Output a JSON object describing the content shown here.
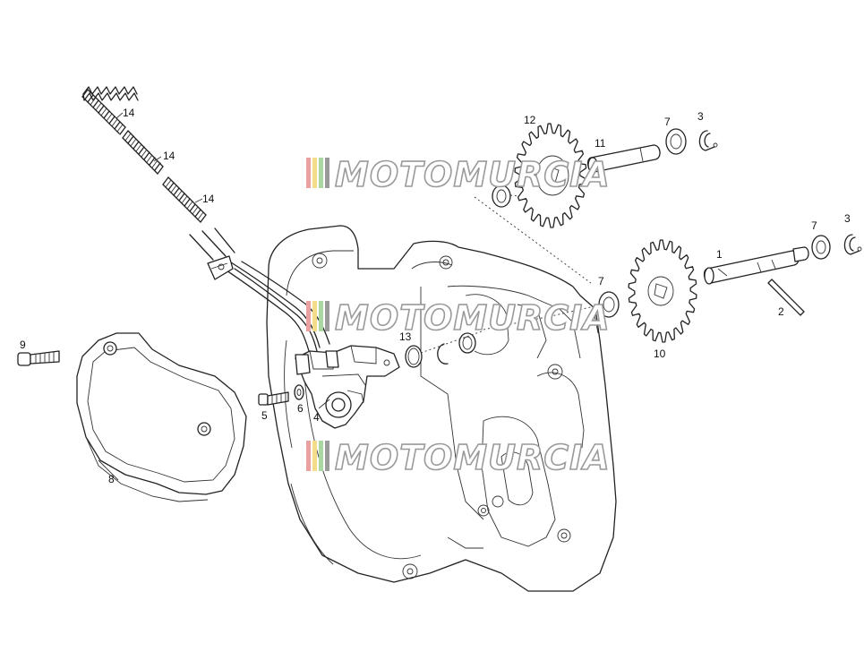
{
  "watermark": {
    "text": "MOTOMURCIA",
    "stripe_colors": [
      "#e8a0a0",
      "#f3dc8a",
      "#a8d8a0",
      "#9a9a9a"
    ]
  },
  "callouts": [
    {
      "id": "1",
      "part": "shaft"
    },
    {
      "id": "2",
      "part": "pin"
    },
    {
      "id": "3",
      "part": "circlip"
    },
    {
      "id": "3",
      "part": "circlip"
    },
    {
      "id": "4",
      "part": "oil-pump"
    },
    {
      "id": "5",
      "part": "screw"
    },
    {
      "id": "6",
      "part": "washer"
    },
    {
      "id": "7",
      "part": "washer"
    },
    {
      "id": "7",
      "part": "washer"
    },
    {
      "id": "7",
      "part": "washer"
    },
    {
      "id": "8",
      "part": "pump-cover"
    },
    {
      "id": "9",
      "part": "screw"
    },
    {
      "id": "10",
      "part": "gear"
    },
    {
      "id": "11",
      "part": "pin"
    },
    {
      "id": "12",
      "part": "gear"
    },
    {
      "id": "13",
      "part": "o-ring"
    },
    {
      "id": "14",
      "part": "spring"
    },
    {
      "id": "14",
      "part": "spring"
    },
    {
      "id": "14",
      "part": "spring"
    }
  ]
}
